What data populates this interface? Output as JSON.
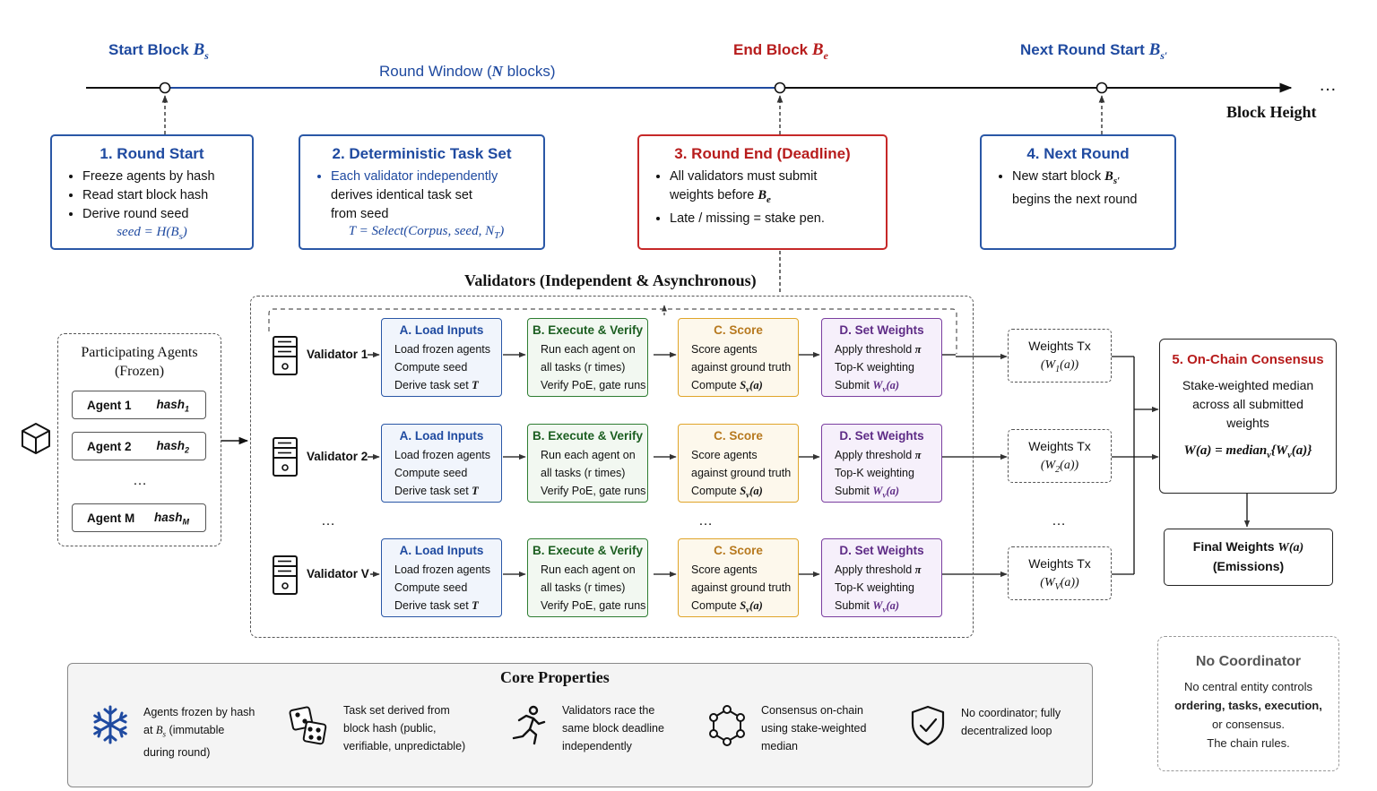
{
  "timeline": {
    "start_block": "Start Block",
    "start_sym": "B",
    "start_sub": "s",
    "round_window_pre": "Round Window (",
    "round_window_n": "N",
    "round_window_post": " blocks)",
    "end_block": "End Block",
    "end_sym": "B",
    "end_sub": "e",
    "next_round_start": "Next Round Start",
    "next_sym": "B",
    "next_sub": "s′",
    "ellipsis": "…",
    "block_height": "Block Height"
  },
  "phases": {
    "p1": {
      "title": "1. Round Start",
      "items": [
        "Freeze agents by hash",
        "Read start block hash",
        "Derive round seed"
      ],
      "formula": "seed = H(B",
      "formula_sub": "s",
      "formula_end": ")"
    },
    "p2": {
      "title": "2. Deterministic Task Set",
      "items": [
        "Each validator independently"
      ],
      "cont1": "derives identical task set",
      "cont2": "from seed",
      "formula": "T = Select(Corpus, seed, N",
      "formula_sub": "T",
      "formula_end": ")"
    },
    "p3": {
      "title": "3. Round End (Deadline)",
      "item1": "All validators must submit",
      "item1b": "weights before ",
      "item1b_sym": "B",
      "item1b_sub": "e",
      "item2": "Late / missing = stake pen."
    },
    "p4": {
      "title": "4. Next Round",
      "item1": "New start block ",
      "item1_sym": "B",
      "item1_sub": "s′",
      "item1b": "begins the next round"
    }
  },
  "validators_title": "Validators (Independent & Asynchronous)",
  "agents": {
    "title_line1": "Participating Agents",
    "title_line2": "(Frozen)",
    "a1": "Agent 1",
    "h1": "hash",
    "h1s": "1",
    "a2": "Agent 2",
    "h2": "hash",
    "h2s": "2",
    "dots": "…",
    "am": "Agent M",
    "hm": "hash",
    "hms": "M"
  },
  "validators": {
    "v1": "Validator 1",
    "v2": "Validator 2",
    "vv": "Validator V",
    "dots": "…"
  },
  "steps": {
    "a_title": "A. Load Inputs",
    "a1": "Load frozen agents",
    "a2": "Compute seed",
    "a3": "Derive task set ",
    "a3_sym": "T",
    "b_title": "B. Execute & Verify",
    "b1": "Run each agent on",
    "b2": "all tasks (r times)",
    "b3": "Verify PoE, gate runs",
    "c_title": "C. Score",
    "c1": "Score agents",
    "c2": "against ground truth",
    "c3": "Compute ",
    "c3_sym": "S",
    "c3_sub": "v",
    "c3_end": "(a)",
    "d_title": "D. Set Weights",
    "d1": "Apply threshold ",
    "d1_sym": "π",
    "d2": "Top-K weighting",
    "d3": "Submit ",
    "d3_sym": "W",
    "d3_sub": "v",
    "d3_end": "(a)",
    "col_dots": "…"
  },
  "weights_tx": {
    "label": "Weights Tx",
    "w1": "(W",
    "w1s": "1",
    "w1e": "(a))",
    "w2": "(W",
    "w2s": "2",
    "w2e": "(a))",
    "wv": "(W",
    "wvs": "V",
    "wve": "(a))",
    "dots": "…"
  },
  "consensus": {
    "title": "5. On-Chain Consensus",
    "l1": "Stake-weighted median",
    "l2": "across all submitted",
    "l3": "weights",
    "formula": "W(a) = median",
    "formula_sub": "v",
    "formula_end": "{W",
    "formula_sub2": "v",
    "formula_end2": "(a)}"
  },
  "final": {
    "l1": "Final Weights ",
    "l1_sym": "W(a)",
    "l2": "(Emissions)"
  },
  "no_coord": {
    "title": "No Coordinator",
    "l1": "No central entity controls",
    "l2": "ordering, tasks, execution,",
    "l3": "or consensus.",
    "l4": "The chain rules."
  },
  "core": {
    "title": "Core Properties",
    "p1a": "Agents frozen by hash",
    "p1b": "at ",
    "p1b_sym": "B",
    "p1b_sub": "s",
    "p1b_end": " (immutable",
    "p1c": "during round)",
    "p2a": "Task set derived from",
    "p2b": "block hash (public,",
    "p2c": "verifiable, unpredictable)",
    "p3a": "Validators race the",
    "p3b": "same block deadline",
    "p3c": "independently",
    "p4a": "Consensus on-chain",
    "p4b": "using stake-weighted",
    "p4c": "median",
    "p5a": "No coordinator; fully",
    "p5b": "decentralized loop"
  },
  "colors": {
    "blue": "#1f4aa0",
    "red": "#b71c1c",
    "green": "#1b5e20",
    "orange": "#b7791f",
    "purple": "#5e2b86"
  }
}
